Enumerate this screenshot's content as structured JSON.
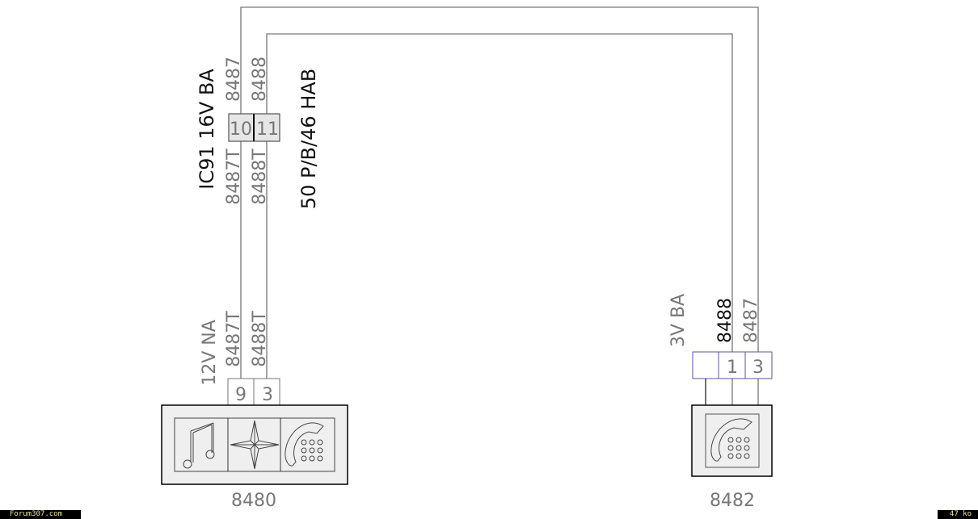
{
  "harness": {
    "connector_ic91": {
      "label": "IC91  16V  BA",
      "pins": [
        "10",
        "11"
      ],
      "wire_top": [
        "8487",
        "8488"
      ],
      "wire_bottom": [
        "8487T",
        "8488T"
      ]
    },
    "harness_label": "50  P/B/46  HAB",
    "connector_8480": {
      "label": "12V  NA",
      "pins": [
        "9",
        "3"
      ],
      "wires": [
        "8487T",
        "8488T"
      ],
      "component": "8480",
      "icons": [
        "music-note-icon",
        "compass-star-icon",
        "telephone-keypad-icon"
      ]
    },
    "connector_8482": {
      "label": "3V  BA",
      "pins": [
        "",
        "1",
        "3"
      ],
      "wires": [
        "8488",
        "8487"
      ],
      "component": "8482",
      "icons": [
        "telephone-keypad-icon"
      ]
    }
  },
  "footer": {
    "site": "Forum307.com",
    "size": "47 ko"
  }
}
